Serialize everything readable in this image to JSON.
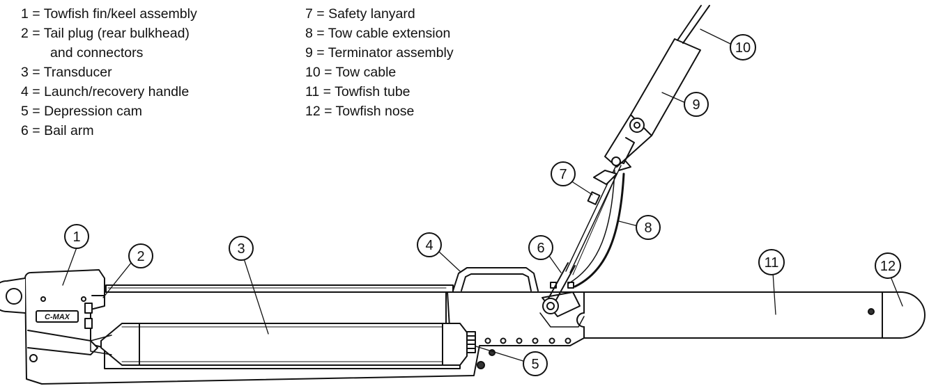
{
  "legend": {
    "col1": [
      {
        "text": "1 = Towfish fin/keel assembly"
      },
      {
        "text": "2 = Tail plug (rear bulkhead)"
      },
      {
        "text": "and connectors",
        "indent": true
      },
      {
        "text": "3 = Transducer"
      },
      {
        "text": "4 = Launch/recovery handle"
      },
      {
        "text": "5 = Depression cam"
      },
      {
        "text": "6 = Bail arm"
      }
    ],
    "col2": [
      {
        "text": "7 = Safety lanyard"
      },
      {
        "text": "8 = Tow cable extension"
      },
      {
        "text": "9 = Terminator assembly"
      },
      {
        "text": "10 = Tow cable"
      },
      {
        "text": "11 = Towfish tube"
      },
      {
        "text": "12 = Towfish nose"
      }
    ]
  },
  "callouts": [
    "1",
    "2",
    "3",
    "4",
    "5",
    "6",
    "7",
    "8",
    "9",
    "10",
    "11",
    "12"
  ],
  "brand_label": "C-MAX"
}
